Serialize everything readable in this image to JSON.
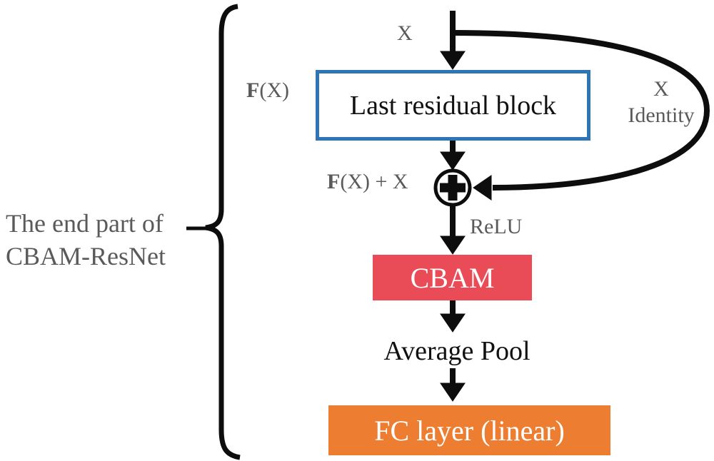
{
  "diagram": {
    "brace_caption": {
      "line1": "The end part of",
      "line2": "CBAM-ResNet"
    },
    "labels": {
      "input": "X",
      "fx_bold": "F",
      "fx_rest": "(X)",
      "identity_line1": "X",
      "identity_line2": "Identity",
      "sum_bold": "F",
      "sum_rest": "(X) + X",
      "relu": "ReLU",
      "avgpool": "Average Pool"
    },
    "nodes": {
      "residual_block": "Last residual block",
      "cbam": "CBAM",
      "fc": "FC layer (linear)"
    },
    "icons": {
      "sum": "circled-plus-icon"
    }
  },
  "colors": {
    "box_border_blue": "#2E75B6",
    "cbam_red": "#EA4C57",
    "fc_orange": "#ED7D31",
    "label_gray": "#5A5A5A",
    "line_black": "#0d0d0d"
  }
}
